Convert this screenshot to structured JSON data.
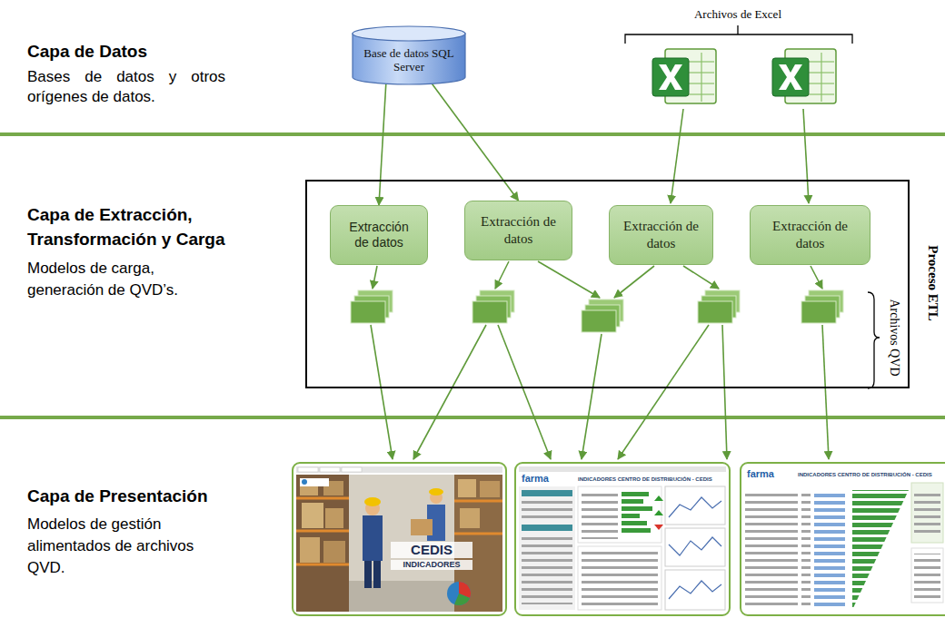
{
  "diagram": {
    "nodes": [
      {
        "text": [
          "Base de datos SQL Server"
        ]
      },
      {
        "text": [
          "Proceso ETL"
        ]
      },
      {
        "text": [
          "Extracción de datos"
        ],
        "in": 1
      },
      {
        "text": [
          "Extracción de datos"
        ],
        "in": 1
      },
      {
        "text": [
          "Extracción de datos"
        ],
        "in": 1
      },
      {
        "text": [
          "Extracción de datos"
        ],
        "in": 1
      }
    ],
    "edges": [
      {
        "from": 0,
        "to": 2,
        "arrow": "to"
      },
      {
        "from": 0,
        "to": 3,
        "arrow": "to"
      }
    ],
    "labels": [
      "Capa de Datos",
      "Bases de datos y otros orígenes de datos.",
      "Archivos de Excel",
      "Capa de Extracción, Transformación y Carga",
      "Modelos de carga, generación de QVD’s.",
      "Archivos QVD",
      "Capa de Presentación",
      "Modelos de gestión alimentados de archivos QVD.",
      "CEDIS",
      "INDICADORES",
      "farma",
      "INDICADORES CENTRO DE DISTRIBUCIÓN - CEDIS",
      "farma",
      "INDICADORES CENTRO DE DISTRIBUCIÓN - CEDIS"
    ]
  }
}
